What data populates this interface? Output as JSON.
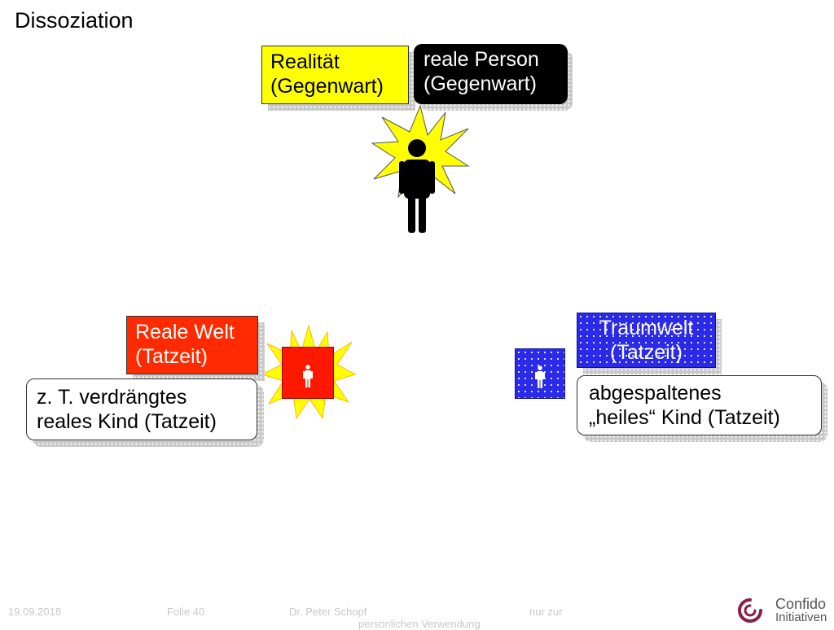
{
  "slide": {
    "title": "Dissoziation"
  },
  "boxes": {
    "reality": {
      "line1": "Realität",
      "line2": "(Gegenwart)",
      "color": "#ffff00"
    },
    "real_person": {
      "line1": "reale Person",
      "line2": "(Gegenwart)",
      "color": "#000000"
    },
    "real_world": {
      "line1": "Reale Welt",
      "line2": "(Tatzeit)",
      "color": "#ff2a00"
    },
    "repressed_child": {
      "line1": "z. T. verdrängtes",
      "line2": "reales Kind (Tatzeit)"
    },
    "dream_world": {
      "line1": "Traumwelt",
      "line2": "(Tatzeit)",
      "color": "#2a2ae8"
    },
    "split_child": {
      "line1": "abgespaltenes",
      "line2": "„heiles“ Kind (Tatzeit)"
    }
  },
  "icons": {
    "present_person": "person-icon",
    "burst_top": "starburst-icon",
    "real_child": "person-icon",
    "burst_left": "starburst-icon",
    "dream_child": "person-icon"
  },
  "footer": {
    "date": "19.09.2018",
    "slide_number": "Folie 40",
    "author": "Dr. Peter Schopf",
    "note_line1": "nur zur",
    "note_line2": "persönlichen Verwendung",
    "logo_line1": "Confido",
    "logo_line2": "Initiativen"
  }
}
